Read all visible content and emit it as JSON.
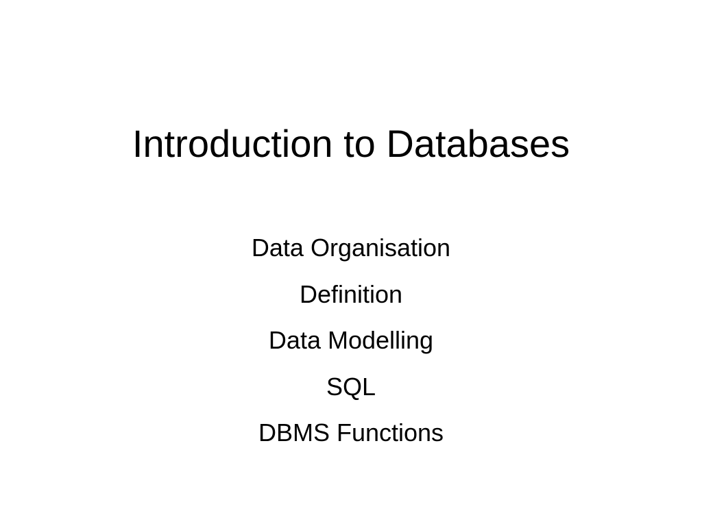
{
  "slide": {
    "title": "Introduction to Databases",
    "topics": [
      "Data Organisation",
      "Definition",
      "Data Modelling",
      "SQL",
      "DBMS Functions"
    ]
  },
  "colors": {
    "background": "#ffffff",
    "text": "#000000"
  }
}
